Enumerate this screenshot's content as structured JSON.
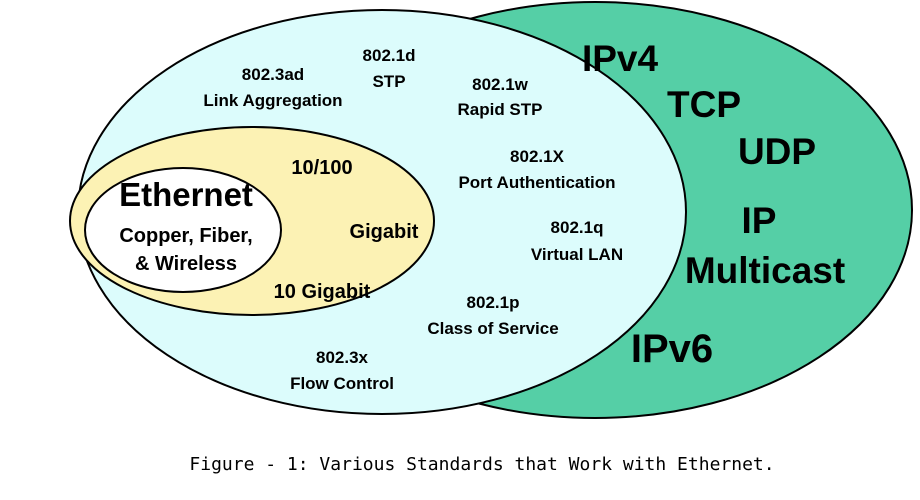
{
  "colors": {
    "protocols_region": "#55cfa6",
    "standards_region": "#dcfcfc",
    "speeds_region": "#fcf2b4",
    "ethernet_region": "#ffffff",
    "outline": "#000000"
  },
  "ethernet": {
    "title": "Ethernet",
    "line1": "Copper, Fiber,",
    "line2": "& Wireless"
  },
  "speeds": {
    "s1": "10/100",
    "s2": "Gigabit",
    "s3": "10 Gigabit"
  },
  "standards": {
    "ad": {
      "id": "802.3ad",
      "name": "Link Aggregation"
    },
    "d": {
      "id": "802.1d",
      "name": "STP"
    },
    "w": {
      "id": "802.1w",
      "name": "Rapid STP"
    },
    "X": {
      "id": "802.1X",
      "name": "Port Authentication"
    },
    "q": {
      "id": "802.1q",
      "name": "Virtual LAN"
    },
    "p": {
      "id": "802.1p",
      "name": "Class of Service"
    },
    "x": {
      "id": "802.3x",
      "name": "Flow Control"
    }
  },
  "protocols": {
    "ipv4": "IPv4",
    "tcp": "TCP",
    "udp": "UDP",
    "ip": "IP",
    "multicast": "Multicast",
    "ipv6": "IPv6"
  },
  "caption": "Figure - 1: Various Standards that Work with Ethernet."
}
